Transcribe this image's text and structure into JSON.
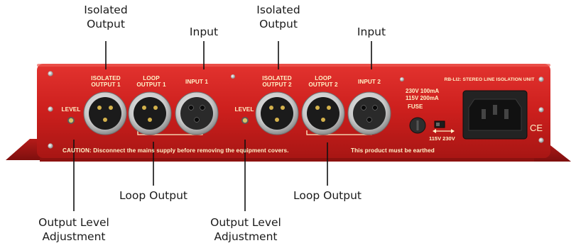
{
  "callouts": {
    "isolated_output_1": [
      "Isolated",
      "Output"
    ],
    "input_1": [
      "Input"
    ],
    "isolated_output_2": [
      "Isolated",
      "Output"
    ],
    "input_2": [
      "Input"
    ],
    "loop_output_1": [
      "Loop Output"
    ],
    "loop_output_2": [
      "Loop Output"
    ],
    "level_adjust_1": [
      "Output Level",
      "Adjustment"
    ],
    "level_adjust_2": [
      "Output Level",
      "Adjustment"
    ]
  },
  "panel": {
    "model": "RB-LI2: STEREO LINE ISOLATION UNIT",
    "jack_labels": {
      "isolated_output_1": [
        "ISOLATED",
        "OUTPUT 1"
      ],
      "loop_output_1": [
        "LOOP",
        "OUTPUT 1"
      ],
      "input_1": [
        "INPUT 1"
      ],
      "isolated_output_2": [
        "ISOLATED",
        "OUTPUT 2"
      ],
      "loop_output_2": [
        "LOOP",
        "OUTPUT 2"
      ],
      "input_2": [
        "INPUT 2"
      ]
    },
    "level_1": "LEVEL",
    "level_2": "LEVEL",
    "power_spec": [
      "230V  100mA",
      "115V  200mA"
    ],
    "fuse": "FUSE",
    "voltage_switch": "115V  230V",
    "caution": "CAUTION: Disconnect the mains supply before removing the equipment covers.",
    "earthed": "This product must be earthed",
    "ce_mark": "CE"
  }
}
